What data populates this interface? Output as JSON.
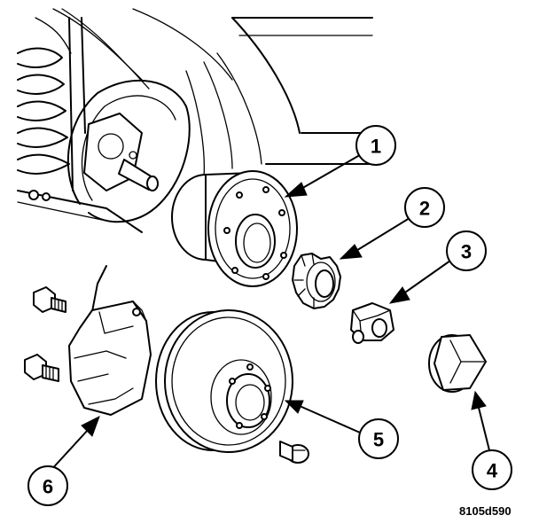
{
  "figure_code": "8105d590",
  "callouts": [
    {
      "number": "1",
      "part_icon": "hub-bearing-icon"
    },
    {
      "number": "2",
      "part_icon": "nut-retainer-icon"
    },
    {
      "number": "3",
      "part_icon": "hub-nut-icon"
    },
    {
      "number": "4",
      "part_icon": "grease-cap-icon"
    },
    {
      "number": "5",
      "part_icon": "brake-rotor-icon"
    },
    {
      "number": "6",
      "part_icon": "brake-caliper-icon"
    }
  ],
  "colors": {
    "line": "#000000",
    "background": "#ffffff"
  }
}
